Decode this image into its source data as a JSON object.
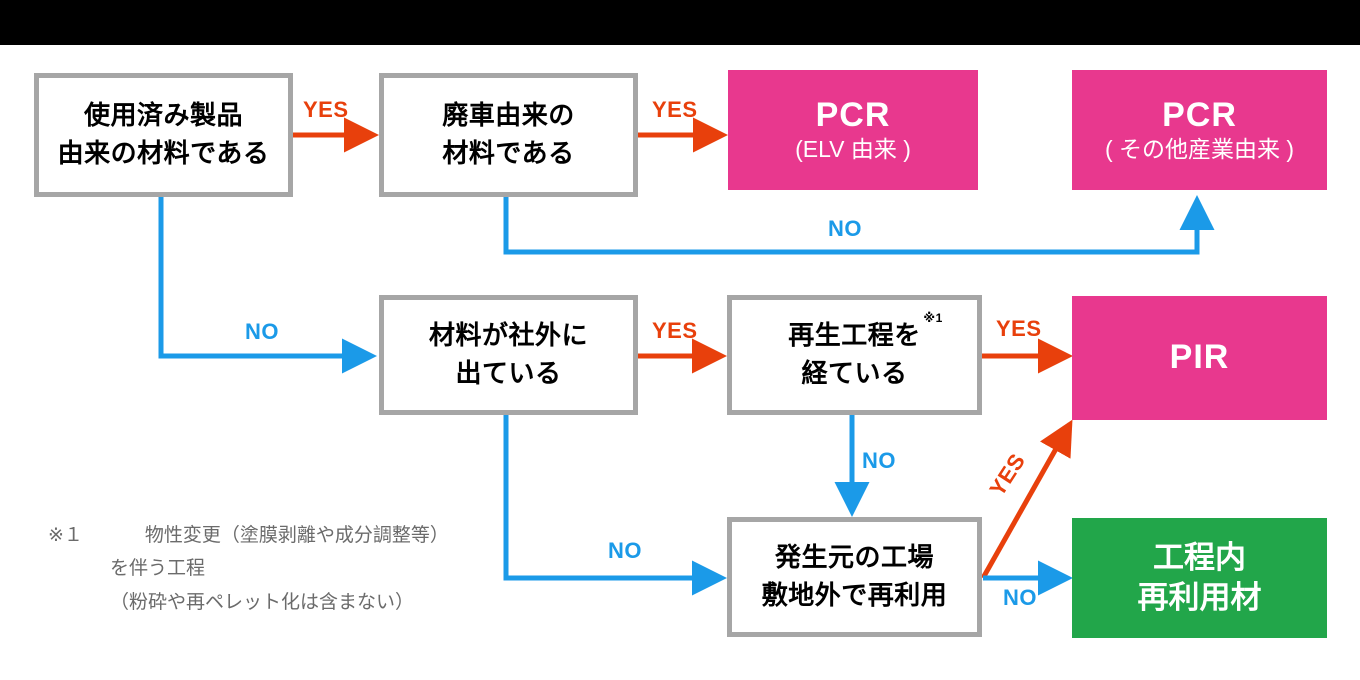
{
  "colors": {
    "pink": "#e8388e",
    "green": "#22a64a",
    "orange": "#e8400c",
    "blue": "#1b9ae8",
    "box_border": "#a6a6a6",
    "topbar": "#000000",
    "footnote_text": "#6b6b6b"
  },
  "nodes": {
    "used_product": {
      "line1": "使用済み製品",
      "line2": "由来の材料である"
    },
    "elv_source": {
      "line1": "廃車由来の",
      "line2": "材料である"
    },
    "pcr_elv": {
      "title": "PCR",
      "subtitle": "(ELV 由来 )"
    },
    "pcr_other": {
      "title": "PCR",
      "subtitle": "( その他産業由来 )"
    },
    "offsite": {
      "line1": "材料が社外に",
      "line2": "出ている"
    },
    "recycle_proc": {
      "line1": "再生工程を",
      "line1_sup": "※1",
      "line2": "経ている"
    },
    "pir": {
      "title": "PIR"
    },
    "reuse_offsite": {
      "line1": "発生元の工場",
      "line2": "敷地外で再利用"
    },
    "inprocess": {
      "line1": "工程内",
      "line2": "再利用材"
    }
  },
  "edges": [
    {
      "id": "used-to-elv",
      "label": "YES",
      "kind": "yes"
    },
    {
      "id": "elv-to-pcrelv",
      "label": "YES",
      "kind": "yes"
    },
    {
      "id": "elv-no-to-pcrother",
      "label": "NO",
      "kind": "no"
    },
    {
      "id": "used-no-to-offsite",
      "label": "NO",
      "kind": "no"
    },
    {
      "id": "offsite-to-recycle",
      "label": "YES",
      "kind": "yes"
    },
    {
      "id": "recycle-to-pir",
      "label": "YES",
      "kind": "yes"
    },
    {
      "id": "recycle-no-down",
      "label": "NO",
      "kind": "no"
    },
    {
      "id": "offsite-no-to-reuse",
      "label": "NO",
      "kind": "no"
    },
    {
      "id": "reuse-yes-to-pir",
      "label": "YES",
      "kind": "yes"
    },
    {
      "id": "reuse-no-to-inproc",
      "label": "NO",
      "kind": "no"
    }
  ],
  "footnote": {
    "marker": "※１",
    "line1": "物性変更（塗膜剥離や成分調整等）",
    "line2": "を伴う工程",
    "line3": "（粉砕や再ペレット化は含まない）"
  }
}
